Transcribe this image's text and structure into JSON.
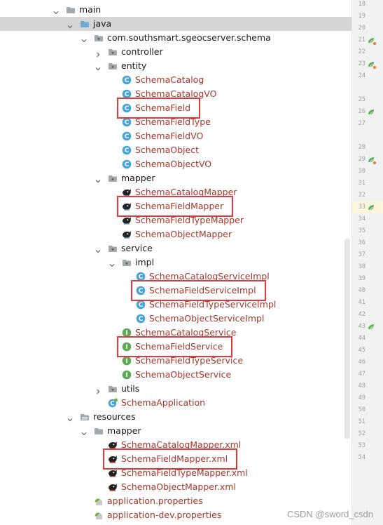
{
  "tree": [
    {
      "label": "main",
      "kind": "folder",
      "indent": 0,
      "arrow": "down",
      "tone": "plain"
    },
    {
      "label": "java",
      "kind": "folder-src",
      "indent": 1,
      "arrow": "down",
      "tone": "plain",
      "selected": true
    },
    {
      "label": "com.southsmart.sgeocserver.schema",
      "kind": "package",
      "indent": 2,
      "arrow": "down",
      "tone": "pkg"
    },
    {
      "label": "controller",
      "kind": "package",
      "indent": 3,
      "arrow": "right",
      "tone": "plain"
    },
    {
      "label": "entity",
      "kind": "package",
      "indent": 3,
      "arrow": "down",
      "tone": "plain"
    },
    {
      "label": "SchemaCatalog",
      "kind": "class",
      "indent": 4,
      "tone": "mod"
    },
    {
      "label": "SchemaCatalogVO",
      "kind": "class",
      "indent": 4,
      "tone": "mod"
    },
    {
      "label": "SchemaField",
      "kind": "class",
      "indent": 4,
      "tone": "mod",
      "highlight": true
    },
    {
      "label": "SchemaFieldType",
      "kind": "class",
      "indent": 4,
      "tone": "mod"
    },
    {
      "label": "SchemaFieldVO",
      "kind": "class",
      "indent": 4,
      "tone": "mod"
    },
    {
      "label": "SchemaObject",
      "kind": "class",
      "indent": 4,
      "tone": "mod"
    },
    {
      "label": "SchemaObjectVO",
      "kind": "class",
      "indent": 4,
      "tone": "mod"
    },
    {
      "label": "mapper",
      "kind": "package",
      "indent": 3,
      "arrow": "down",
      "tone": "plain"
    },
    {
      "label": "SchemaCatalogMapper",
      "kind": "mybatis",
      "indent": 4,
      "tone": "mod"
    },
    {
      "label": "SchemaFieldMapper",
      "kind": "mybatis",
      "indent": 4,
      "tone": "mod",
      "highlight": true
    },
    {
      "label": "SchemaFieldTypeMapper",
      "kind": "mybatis",
      "indent": 4,
      "tone": "mod"
    },
    {
      "label": "SchemaObjectMapper",
      "kind": "mybatis",
      "indent": 4,
      "tone": "mod"
    },
    {
      "label": "service",
      "kind": "package",
      "indent": 3,
      "arrow": "down",
      "tone": "plain"
    },
    {
      "label": "impl",
      "kind": "package",
      "indent": 4,
      "arrow": "down",
      "tone": "plain"
    },
    {
      "label": "SchemaCatalogServiceImpl",
      "kind": "class",
      "indent": 5,
      "tone": "mod"
    },
    {
      "label": "SchemaFieldServiceImpl",
      "kind": "class",
      "indent": 5,
      "tone": "mod",
      "highlight": true
    },
    {
      "label": "SchemaFieldTypeServiceImpl",
      "kind": "class",
      "indent": 5,
      "tone": "mod"
    },
    {
      "label": "SchemaObjectServiceImpl",
      "kind": "class",
      "indent": 5,
      "tone": "mod"
    },
    {
      "label": "SchemaCatalogService",
      "kind": "interface",
      "indent": 4,
      "tone": "mod"
    },
    {
      "label": "SchemaFieldService",
      "kind": "interface",
      "indent": 4,
      "tone": "mod",
      "highlight": true
    },
    {
      "label": "SchemaFieldTypeService",
      "kind": "interface",
      "indent": 4,
      "tone": "mod"
    },
    {
      "label": "SchemaObjectService",
      "kind": "interface",
      "indent": 4,
      "tone": "mod"
    },
    {
      "label": "utils",
      "kind": "package",
      "indent": 3,
      "arrow": "right",
      "tone": "plain"
    },
    {
      "label": "SchemaApplication",
      "kind": "spring-class",
      "indent": 3,
      "tone": "mod"
    },
    {
      "label": "resources",
      "kind": "folder-res",
      "indent": 1,
      "arrow": "down",
      "tone": "plain"
    },
    {
      "label": "mapper",
      "kind": "folder",
      "indent": 2,
      "arrow": "down",
      "tone": "plain"
    },
    {
      "label": "SchemaCatalogMapper.xml",
      "kind": "mybatis-xml",
      "indent": 3,
      "tone": "mod"
    },
    {
      "label": "SchemaFieldMapper.xml",
      "kind": "mybatis-xml",
      "indent": 3,
      "tone": "mod",
      "highlight": true
    },
    {
      "label": "SchemaFieldTypeMapper.xml",
      "kind": "mybatis-xml",
      "indent": 3,
      "tone": "mod"
    },
    {
      "label": "SchemaObjectMapper.xml",
      "kind": "mybatis-xml",
      "indent": 3,
      "tone": "mod"
    },
    {
      "label": "application.properties",
      "kind": "properties",
      "indent": 2,
      "tone": "mod"
    },
    {
      "label": "application-dev.properties",
      "kind": "properties",
      "indent": 2,
      "tone": "mod"
    }
  ],
  "gutter": {
    "lines": [
      {
        "n": "18"
      },
      {
        "n": "19"
      },
      {
        "n": "20"
      },
      {
        "n": "21",
        "icon": "bean-icon",
        "dot": "warn"
      },
      {
        "n": "22"
      },
      {
        "n": "23",
        "icon": "bean-icon",
        "dot": "warn"
      },
      {
        "n": "24"
      },
      {
        "n": ""
      },
      {
        "n": "25"
      },
      {
        "n": "26",
        "icon": "bean-icon"
      },
      {
        "n": "27"
      },
      {
        "n": ""
      },
      {
        "n": "28"
      },
      {
        "n": "29",
        "icon": "bean-icon",
        "dot": "warn"
      },
      {
        "n": "30"
      },
      {
        "n": "31"
      },
      {
        "n": "32"
      },
      {
        "n": "33",
        "icon": "bean-icon",
        "current": true
      },
      {
        "n": "34"
      },
      {
        "n": "35"
      },
      {
        "n": "36"
      },
      {
        "n": "37"
      },
      {
        "n": "38"
      },
      {
        "n": "39"
      },
      {
        "n": "40"
      },
      {
        "n": "41"
      },
      {
        "n": "42"
      },
      {
        "n": "43",
        "icon": "bean-icon"
      },
      {
        "n": "44"
      },
      {
        "n": "45"
      },
      {
        "n": "46"
      },
      {
        "n": "47"
      },
      {
        "n": "48"
      },
      {
        "n": "49"
      },
      {
        "n": "50"
      },
      {
        "n": "51"
      },
      {
        "n": "52"
      },
      {
        "n": "53"
      },
      {
        "n": "54"
      }
    ]
  },
  "watermark": "CSDN @sword_csdn",
  "colors": {
    "modified_text": "#a5372a",
    "highlight_box": "#e23a3a",
    "class_icon": "#48a3d6",
    "interface_icon": "#5fa857",
    "spring_green": "#6db33f"
  }
}
